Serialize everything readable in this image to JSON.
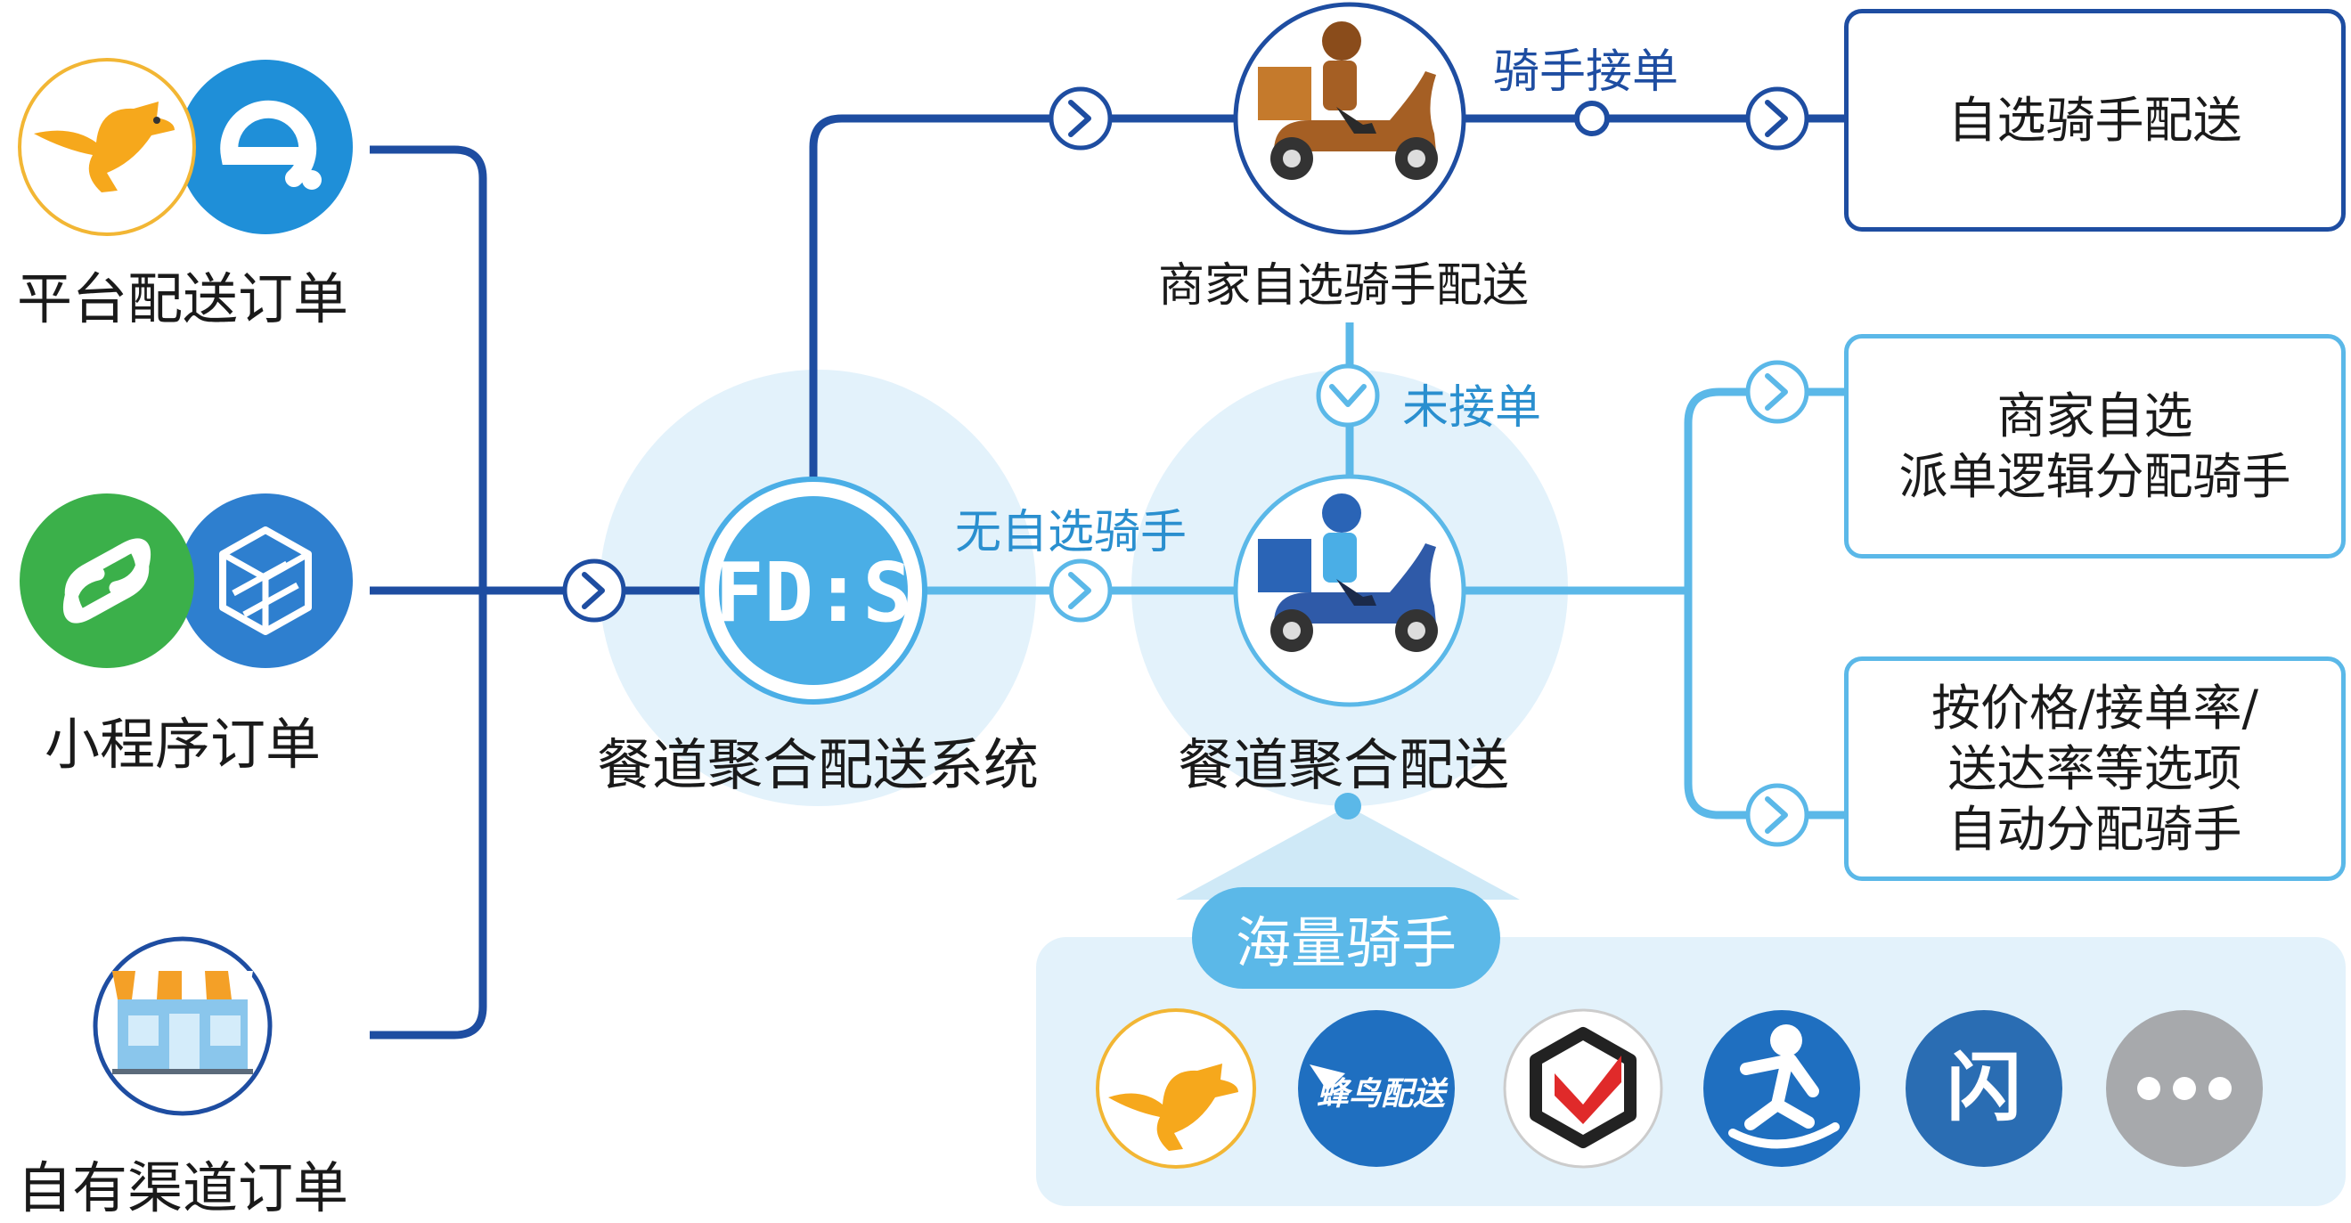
{
  "colors": {
    "dark_blue": "#1e4da1",
    "light_blue": "#5bb8e8",
    "halo": "#e3f2fb",
    "green": "#3bb04a",
    "kangaroo": "#f6a81c",
    "grey": "#a7a9ac"
  },
  "sources": [
    {
      "label": "平台配送订单",
      "icons": [
        "kangaroo-logo-icon",
        "eleme-logo-icon"
      ]
    },
    {
      "label": "小程序订单",
      "icons": [
        "mini-program-icon",
        "cube-logo-icon"
      ]
    },
    {
      "label": "自有渠道订单",
      "icons": [
        "storefront-icon"
      ]
    }
  ],
  "fds": {
    "logo_text": "FD:S",
    "label": "餐道聚合配送系统"
  },
  "merchant_rider": {
    "label": "商家自选骑手配送"
  },
  "aggregate": {
    "label": "餐道聚合配送"
  },
  "edges": {
    "rider_accept": "骑手接单",
    "not_accepted": "未接单",
    "no_self_rider": "无自选骑手"
  },
  "outputs": {
    "self_rider": "自选骑手配送",
    "dispatch_logic": "商家自选\n派单逻辑分配骑手",
    "auto_assign": "按价格/接单率/\n送达率等选项\n自动分配骑手"
  },
  "riders": {
    "pill_label": "海量骑手",
    "logos": [
      "kangaroo-rider-icon",
      "fengniao-logo-icon",
      "shansong-box-icon",
      "dada-runner-icon",
      "flash-logo-icon",
      "more-icon"
    ],
    "fengniao_text": "蜂鸟配送",
    "flash_text": "闪"
  }
}
